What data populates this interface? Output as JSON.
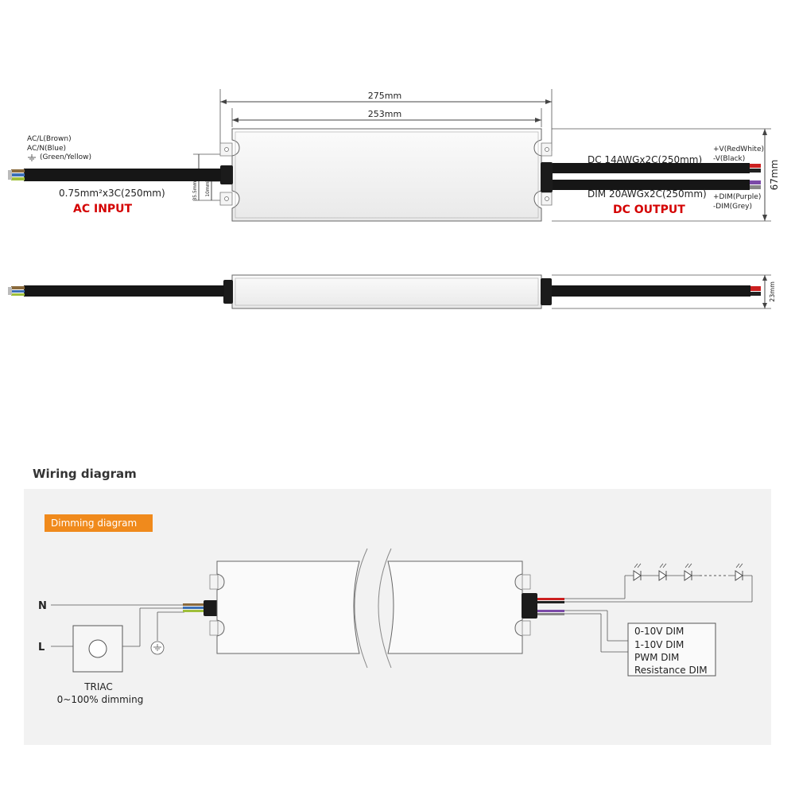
{
  "top_view": {
    "overall_length": "275mm",
    "body_length": "253mm",
    "height": "67mm",
    "mount_small": "10mm",
    "mount_large": "35.5mm",
    "ac_labels": {
      "line": "AC/L(Brown)",
      "neutral": "AC/N(Blue)",
      "earth": "(Green/Yellow)",
      "cable": "0.75mm²x3C(250mm)",
      "section": "AC INPUT"
    },
    "dc_labels": {
      "dc_cable": "DC  14AWGx2C(250mm)",
      "dim_cable": "DIM  20AWGx2C(250mm)",
      "pos": "+V(RedWhite)",
      "neg": "-V(Black)",
      "dim_pos": "+DIM(Purple)",
      "dim_neg": "-DIM(Grey)",
      "section": "DC OUTPUT"
    }
  },
  "side_view": {
    "thickness": "23mm"
  },
  "wiring": {
    "title": "Wiring diagram",
    "badge": "Dimming diagram",
    "n_label": "N",
    "l_label": "L",
    "triac_label": "TRIAC",
    "triac_sub": "0~100% dimming",
    "dim_options": [
      "0-10V DIM",
      "1-10V DIM",
      "PWM DIM",
      "Resistance DIM"
    ]
  },
  "colors": {
    "ac_input": "#d40000",
    "badge": "#f08a1c",
    "panel": "#f2f2f2"
  }
}
